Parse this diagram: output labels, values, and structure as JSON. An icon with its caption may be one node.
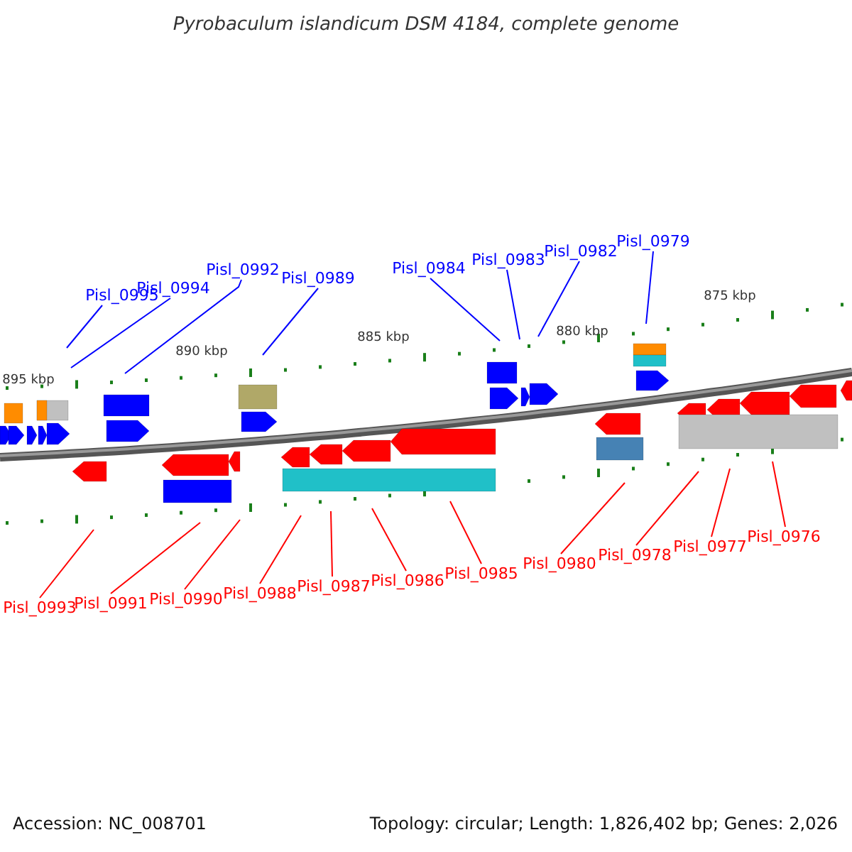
{
  "diagram": {
    "title": "Pyrobaculum islandicum DSM 4184, complete genome",
    "nodes": [
      {
        "text": [
          "Pisl_0995"
        ]
      },
      {
        "text": [
          "Pisl_0994"
        ]
      },
      {
        "text": [
          "Pisl_0992"
        ]
      },
      {
        "text": [
          "Pisl_0989"
        ]
      },
      {
        "text": [
          "Pisl_0984"
        ]
      },
      {
        "text": [
          "Pisl_0983"
        ]
      },
      {
        "text": [
          "Pisl_0982"
        ]
      },
      {
        "text": [
          "Pisl_0979"
        ]
      },
      {
        "text": [
          "Pisl_0993"
        ]
      },
      {
        "text": [
          "Pisl_0991"
        ]
      },
      {
        "text": [
          "Pisl_0990"
        ]
      },
      {
        "text": [
          "Pisl_0988"
        ]
      },
      {
        "text": [
          "Pisl_0987"
        ]
      },
      {
        "text": [
          "Pisl_0986"
        ]
      },
      {
        "text": [
          "Pisl_0985"
        ]
      },
      {
        "text": [
          "Pisl_0980"
        ]
      },
      {
        "text": [
          "Pisl_0978"
        ]
      },
      {
        "text": [
          "Pisl_0977"
        ]
      },
      {
        "text": [
          "Pisl_0976"
        ]
      }
    ],
    "edges": [
      {
        "from": 0,
        "to": null,
        "arrow": "none",
        "color": "#0000ff"
      },
      {
        "from": 1,
        "to": null,
        "arrow": "none",
        "color": "#0000ff"
      },
      {
        "from": 2,
        "to": null,
        "arrow": "none",
        "color": "#0000ff"
      },
      {
        "from": 3,
        "to": null,
        "arrow": "none",
        "color": "#0000ff"
      },
      {
        "from": 4,
        "to": null,
        "arrow": "none",
        "color": "#0000ff"
      },
      {
        "from": 5,
        "to": null,
        "arrow": "none",
        "color": "#0000ff"
      },
      {
        "from": 6,
        "to": null,
        "arrow": "none",
        "color": "#0000ff"
      },
      {
        "from": 7,
        "to": null,
        "arrow": "none",
        "color": "#0000ff"
      },
      {
        "from": 8,
        "to": null,
        "arrow": "none"
      },
      {
        "from": 9,
        "to": null,
        "arrow": "none"
      },
      {
        "from": 10,
        "to": null,
        "arrow": "none"
      },
      {
        "from": 11,
        "to": null,
        "arrow": "none"
      },
      {
        "from": 12,
        "to": null,
        "arrow": "none"
      },
      {
        "from": 13,
        "to": null,
        "arrow": "none"
      },
      {
        "from": 14,
        "to": null,
        "arrow": "none"
      },
      {
        "from": 15,
        "to": null,
        "arrow": "none"
      },
      {
        "from": 16,
        "to": null,
        "arrow": "none"
      },
      {
        "from": 17,
        "to": null,
        "arrow": "none"
      },
      {
        "from": 18,
        "to": null,
        "arrow": "none"
      }
    ],
    "labels": [
      "895 kbp",
      "890 kbp",
      "885 kbp",
      "880 kbp",
      "875 kbp",
      "Accession: NC_008701",
      "Topology: circular; Length: 1,826,402 bp; Genes: 2,026"
    ]
  }
}
